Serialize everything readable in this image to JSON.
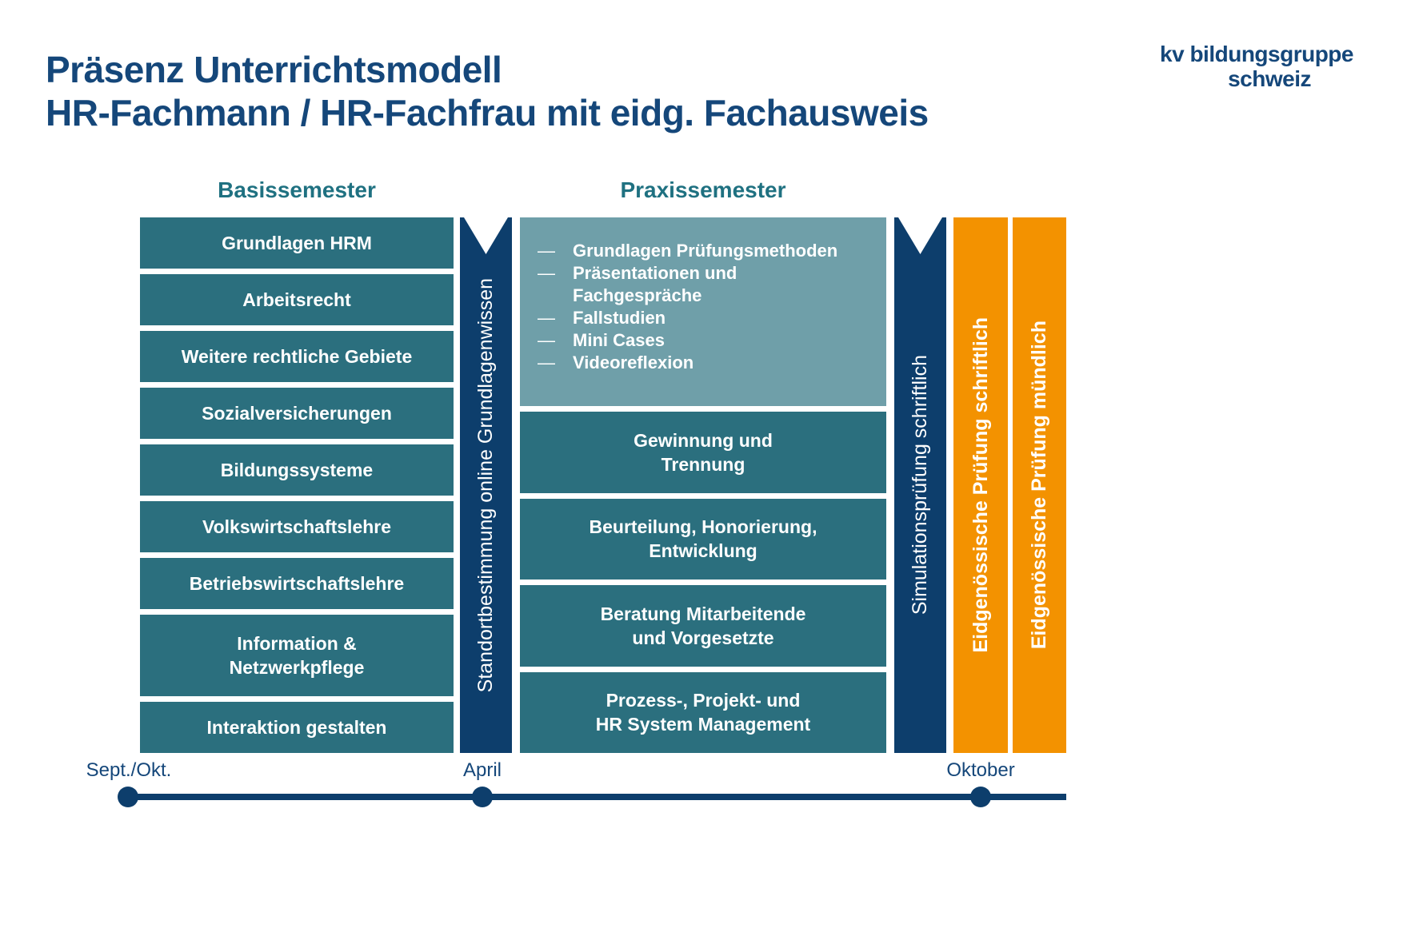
{
  "title": {
    "line1": "Präsenz Unterrichtsmodell",
    "line2": "HR-Fachmann / HR-Fachfrau mit eidg. Fachausweis"
  },
  "logo": {
    "line1": "kv bildungsgruppe",
    "line2": "schweiz"
  },
  "colors": {
    "navy": "#0d3e6c",
    "title_navy": "#15477a",
    "teal": "#2b6f7e",
    "light_teal": "#6f9fa9",
    "header_teal": "#1f7181",
    "orange": "#f39200",
    "box_text": "#ffffff"
  },
  "columns": {
    "basis": {
      "header": "Basissemester",
      "boxes": [
        "Grundlagen HRM",
        "Arbeitsrecht",
        "Weitere rechtliche Gebiete",
        "Sozialversicherungen",
        "Bildungssysteme",
        "Volkswirtschaftslehre",
        "Betriebswirtschaftslehre",
        "Information &\nNetzwerkpflege",
        "Interaktion gestalten"
      ]
    },
    "praxis": {
      "header": "Praxissemester",
      "intro_items": [
        {
          "bullet": "—",
          "text": "Grundlagen Prüfungsmethoden"
        },
        {
          "bullet": "—",
          "text": "Präsentationen und\nFachgespräche"
        },
        {
          "bullet": "—",
          "text": "Fallstudien"
        },
        {
          "bullet": "—",
          "text": "Mini Cases"
        },
        {
          "bullet": "—",
          "text": "Videoreflexion"
        }
      ],
      "boxes": [
        "Gewinnung und\nTrennung",
        "Beurteilung, Honorierung,\nEntwicklung",
        "Beratung Mitarbeitende\nund Vorgesetzte",
        "Prozess-, Projekt- und\nHR System Management"
      ]
    }
  },
  "bars": {
    "standortbestimmung": "Standortbestimmung online Grundlagenwissen",
    "simulationspruefung": "Simulationsprüfung schriftlich",
    "pruefung_schriftlich": "Eidgenössische Prüfung schriftlich",
    "pruefung_muendlich": "Eidgenössische Prüfung mündlich"
  },
  "timeline": {
    "milestones": [
      {
        "label": "Sept./Okt."
      },
      {
        "label": "April"
      },
      {
        "label": "Oktober"
      }
    ]
  }
}
